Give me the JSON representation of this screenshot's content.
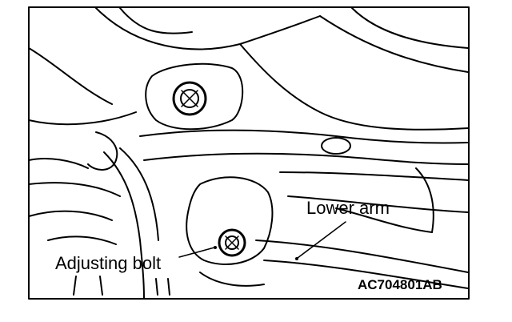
{
  "labels": {
    "lower_arm": "Lower arm",
    "adjusting_bolt": "Adjusting bolt",
    "figure_code": "AC704801AB"
  },
  "colors": {
    "ink": "#000000",
    "paper": "#ffffff"
  }
}
